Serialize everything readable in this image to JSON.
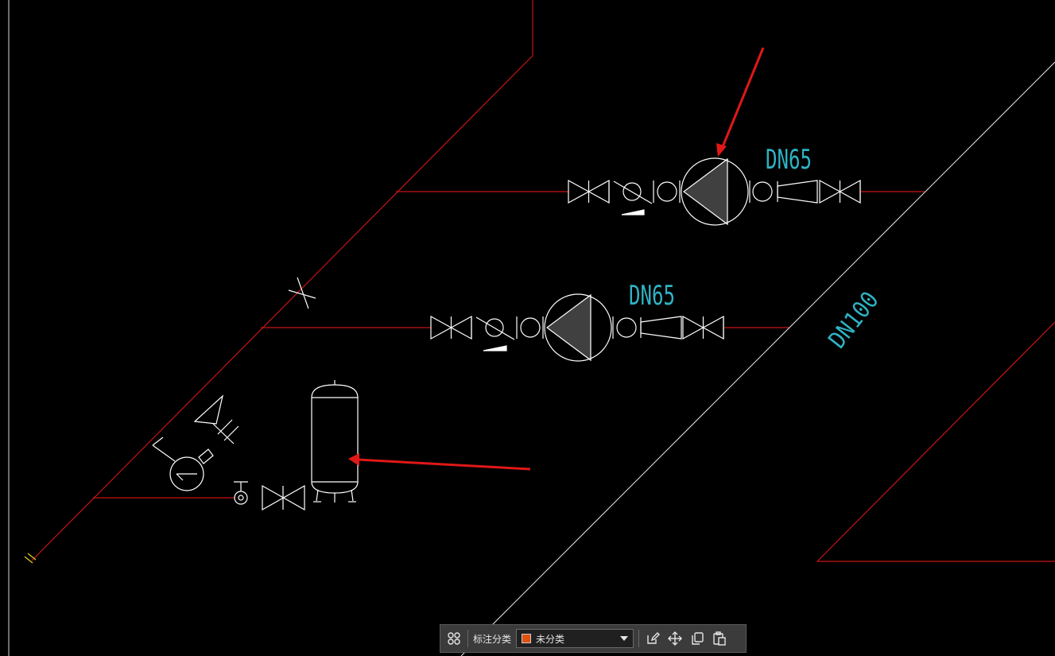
{
  "drawing": {
    "labels": {
      "upper_pump_size": "DN65",
      "lower_pump_size": "DN65",
      "main_pipe_size": "DN100"
    }
  },
  "toolbar": {
    "category_label": "标注分类",
    "selected_category": "未分类",
    "selected_color": "#e05010",
    "icons": [
      "grid-icon",
      "edit-icon",
      "move-icon",
      "copy-icon",
      "paste-icon"
    ]
  },
  "colors": {
    "pipe": "#c81414",
    "symbol": "#ffffff",
    "label": "#2fb3c4",
    "annotation_arrow": "#e01818"
  }
}
